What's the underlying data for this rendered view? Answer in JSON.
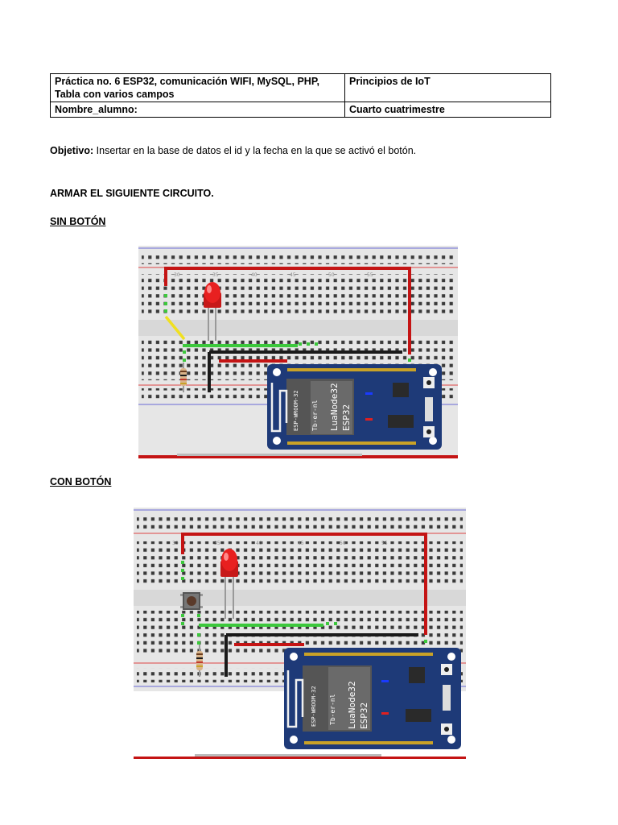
{
  "header_table": {
    "row1": {
      "title": "Práctica no. 6 ESP32, comunicación WIFI, MySQL, PHP, Tabla con varios campos",
      "subject": "Principios de IoT"
    },
    "row2": {
      "student": "Nombre_alumno:",
      "term": "Cuarto cuatrimestre"
    }
  },
  "objective": {
    "label": "Objetivo:",
    "text": " Insertar en la base de datos el id y la fecha en la que se activó el botón."
  },
  "assemble_heading": "ARMAR EL SIGUIENTE CIRCUITO.",
  "sections": [
    {
      "heading": "SIN BOTÓN",
      "board": {
        "module": "ESP-WROOM-32",
        "text1": "Tb-er-nl",
        "text2": "LuaNode32",
        "text3": "ESP32"
      },
      "breadboard_numbers": [
        "30",
        "35",
        "40",
        "45",
        "50",
        "55"
      ]
    },
    {
      "heading": "CON BOTÓN",
      "board": {
        "module": "ESP-WROOM-32",
        "text1": "Tb-er-nl",
        "text2": "LuaNode32",
        "text3": "ESP32"
      },
      "breadboard_numbers": [
        "30",
        "35",
        "40",
        "45",
        "50",
        "55"
      ]
    }
  ],
  "colors": {
    "breadboard": "#e6e6e6",
    "esp_board": "#1e3a78",
    "wire_red": "#c41414",
    "wire_green": "#3cc83c",
    "wire_black": "#1a1a1a",
    "wire_yellow": "#f0e020",
    "led": "#e82020"
  }
}
